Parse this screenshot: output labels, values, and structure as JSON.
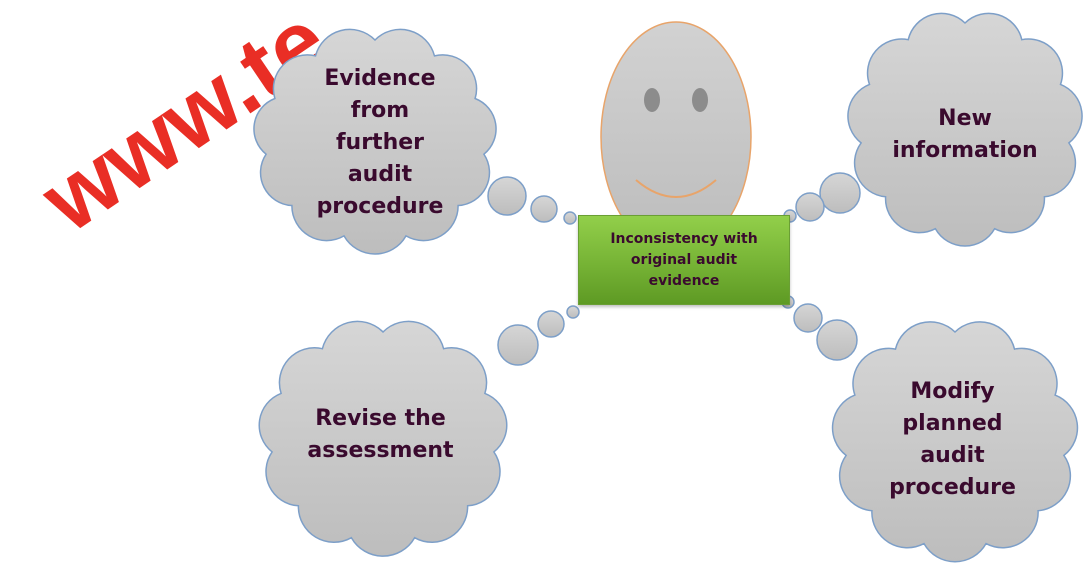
{
  "watermark": "www.te",
  "colors": {
    "cloud_fill": "#c9c9c9",
    "cloud_stroke": "#7d9fc8",
    "face_fill": "#c8c8c8",
    "face_stroke": "#e8a46a",
    "center_box": "#7cbb3a",
    "text": "#3a0a2e",
    "watermark": "#e8231a"
  },
  "center": {
    "text": "Inconsistency with\noriginal audit\nevidence"
  },
  "clouds": {
    "top_left": "Evidence\nfrom\nfurther\naudit\nprocedure",
    "top_right": "New\ninformation",
    "bottom_left": "Revise the\nassessment",
    "bottom_right": "Modify\nplanned\naudit\nprocedure"
  }
}
